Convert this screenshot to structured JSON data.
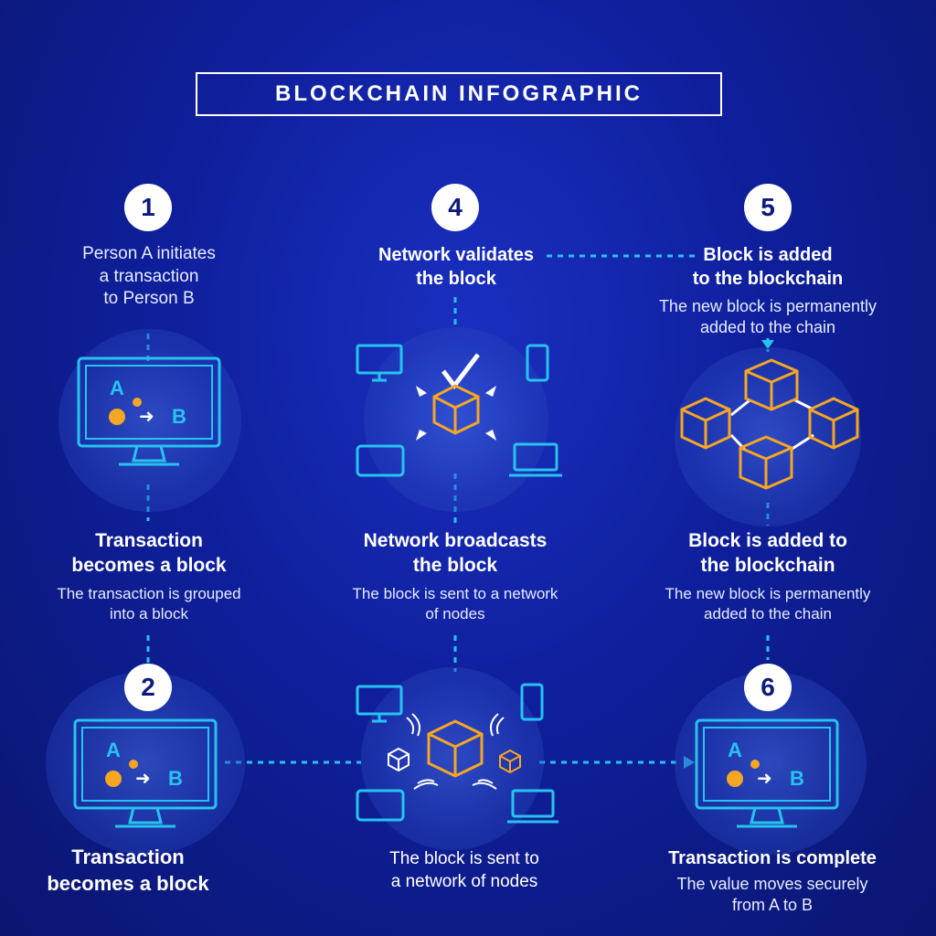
{
  "title": "BLOCKCHAIN INFOGRAPHIC",
  "steps": {
    "s1": {
      "num": "1",
      "line1": "Person A initiates",
      "line2": "a transaction",
      "line3": "to Person B"
    },
    "s4": {
      "num": "4",
      "line1": "Network validates",
      "line2": "the block"
    },
    "s5": {
      "num": "5",
      "head1": "Block is added",
      "head2": "to the blockchain",
      "desc1": "The new block is permanently",
      "desc2": "added to the chain"
    },
    "mid1": {
      "head1": "Transaction",
      "head2": "becomes a block",
      "desc1": "The transaction is grouped",
      "desc2": "into a block"
    },
    "mid2": {
      "head1": "Network broadcasts",
      "head2": "the block",
      "desc1": "The block is sent to a network",
      "desc2": "of nodes"
    },
    "mid3": {
      "head1": "Block is added to",
      "head2": "the blockchain",
      "desc1": "The new block is permanently",
      "desc2": "added to the chain"
    },
    "s2": {
      "num": "2",
      "head1": "Transaction",
      "head2": "becomes a block"
    },
    "s3": {
      "line1": "The block is sent to",
      "line2": "a network of nodes"
    },
    "s6": {
      "num": "6",
      "head1": "Transaction is complete",
      "desc1": "The value moves securely",
      "desc2": "from A to B"
    }
  },
  "monitor_labels": {
    "a": "A",
    "b": "B",
    "arrow": "➜"
  },
  "colors": {
    "cyan": "#27c3f0",
    "orange": "#f5a623",
    "white": "#ffffff"
  }
}
